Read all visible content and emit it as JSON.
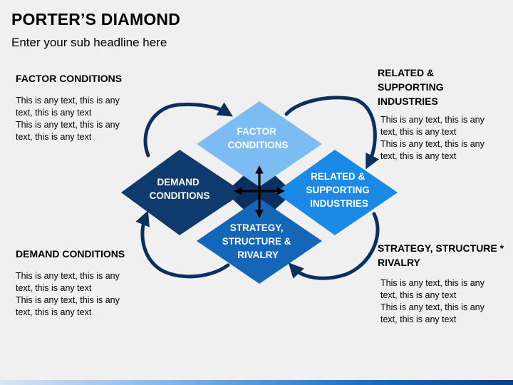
{
  "title": "PORTER’S DIAMOND",
  "subtitle": "Enter your sub headline here",
  "blocks": {
    "top_left": {
      "heading": "FACTOR CONDITIONS",
      "lines": [
        "This is any text, this is any",
        "text, this is any text",
        "This is any text, this is any",
        "text, this is any text"
      ]
    },
    "top_right": {
      "heading_lines": [
        "RELATED & SUPPORTING",
        "INDUSTRIES"
      ],
      "lines": [
        "This is any text, this is any",
        "text, this is any text",
        "This is any text, this is any",
        "text, this is any text"
      ]
    },
    "bottom_left": {
      "heading": "DEMAND CONDITIONS",
      "lines": [
        "This is any text, this is any",
        "text, this is any text",
        "This is any text, this is any",
        "text, this is any text"
      ]
    },
    "bottom_right": {
      "heading_lines": [
        "STRATEGY, STRUCTURE *",
        "RIVALRY"
      ],
      "lines": [
        "This is any text, this is any",
        "text, this is any text",
        "This is any text, this is any",
        "text, this is any text"
      ]
    }
  },
  "diamond": {
    "factor": {
      "lines": [
        "FACTOR",
        "CONDITIONS"
      ],
      "color": "#7dbcf2"
    },
    "demand": {
      "lines": [
        "DEMAND",
        "CONDITIONS"
      ],
      "color": "#0e3a6e"
    },
    "related": {
      "lines": [
        "RELATED &",
        "SUPPORTING",
        "INDUSTRIES"
      ],
      "color": "#1a8ae6"
    },
    "strategy": {
      "lines": [
        "STRATEGY,",
        "STRUCTURE &",
        "RIVALRY"
      ],
      "color": "#1466b8"
    },
    "center_color": "#0b2f5e",
    "arrow_color": "#0b2f5e"
  },
  "icons": {
    "center": "four-way-arrow-icon",
    "cycle": "curved-arrow-icon"
  }
}
